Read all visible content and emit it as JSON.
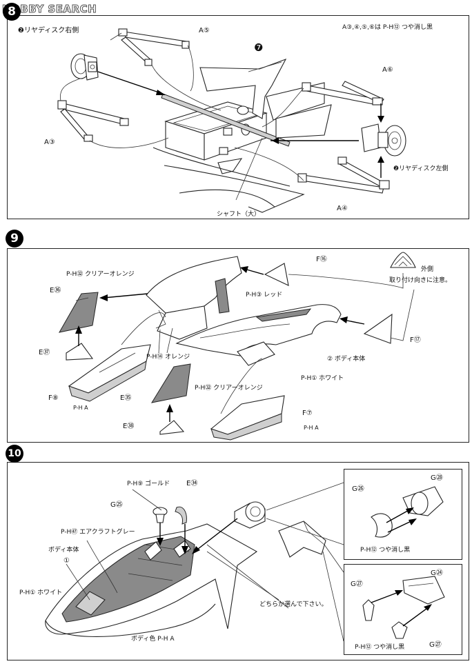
{
  "watermark": "HOBBY SEARCH",
  "steps": {
    "s8": {
      "number": "8",
      "labels": {
        "rear_disc_right": "❷リヤディスク右側",
        "a5": "A⑤",
        "a3": "A③",
        "a6": "A⑥",
        "a4": "A④",
        "part7": "❼",
        "rear_disc_left": "❷リヤディスク左側",
        "shaft": "シャフト（大）",
        "note": "A③,④,⑤,⑥は P-H⑫ つや消し黒"
      }
    },
    "s9": {
      "number": "9",
      "labels": {
        "f16": "F⑯",
        "f17": "F⑰",
        "f8": "F⑧",
        "f7": "F⑦",
        "e36": "E㊱",
        "e37": "E㊲",
        "e35": "E㉟",
        "e38": "E㊳",
        "clear_orange_1": "P-H㉜ クリアーオレンジ",
        "clear_orange_2": "P-H㉜ クリアーオレンジ",
        "red": "P-H③ レッド",
        "orange": "P-H⑭ オレンジ",
        "white": "P-H① ホワイト",
        "body": "② ボディ本体",
        "ph_a_1": "P-H A",
        "ph_a_2": "P-H A",
        "outside": "外側",
        "orientation_note": "取り付け向きに注意。"
      }
    },
    "s10": {
      "number": "10",
      "labels": {
        "gold": "P-H⑨ ゴールド",
        "e34": "E㉞",
        "g25": "G㉕",
        "aircraft_gray": "P-H㊼ エアクラフトグレー",
        "body_main": "ボディ本体",
        "body_num": "①",
        "white": "P-H① ホワイト",
        "body_color": "ボディ色 P-H A",
        "choose_note": "どちらか選んで下さい。",
        "inset1_g26": "G㉖",
        "inset1_g28": "G㉘",
        "inset1_black": "P-H⑫ つや消し黒",
        "inset2_g27a": "G㉗",
        "inset2_g24": "G㉔",
        "inset2_g27b": "G㉗",
        "inset2_black": "P-H⑫ つや消し黒"
      }
    }
  }
}
